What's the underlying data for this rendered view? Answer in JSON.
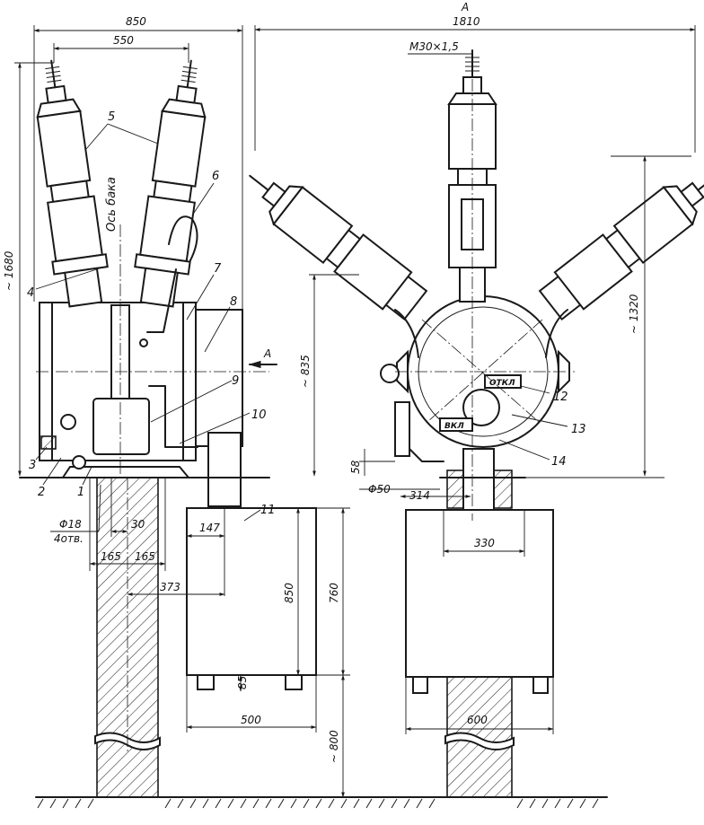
{
  "dimensions": {
    "d850_top": "850",
    "d550": "550",
    "d1680": "~ 1680",
    "dA": "A",
    "d1810": "1810",
    "dM30": "M30×1,5",
    "d835": "~ 835",
    "d1320": "~ 1320",
    "d58": "58",
    "d50": "Φ50",
    "d314": "314",
    "d330": "330",
    "d147": "147",
    "d850_side": "850",
    "d760": "760",
    "d85": "85",
    "d500": "500",
    "d600": "600",
    "d800": "~ 800",
    "d18": "Φ18",
    "d4otv": "4отв.",
    "d30": "30",
    "d165a": "165",
    "d165b": "165",
    "d373": "373",
    "arrowA": "A"
  },
  "labels": {
    "l1": "1",
    "l2": "2",
    "l3": "3",
    "l4": "4",
    "l5": "5",
    "l6": "6",
    "l7": "7",
    "l8": "8",
    "l9": "9",
    "l10": "10",
    "l11": "11",
    "l12": "12",
    "l13": "13",
    "l14": "14"
  },
  "annotations": {
    "axis_label": "Ось бака",
    "otkl": "ОТКЛ",
    "vkl": "ВКЛ"
  }
}
